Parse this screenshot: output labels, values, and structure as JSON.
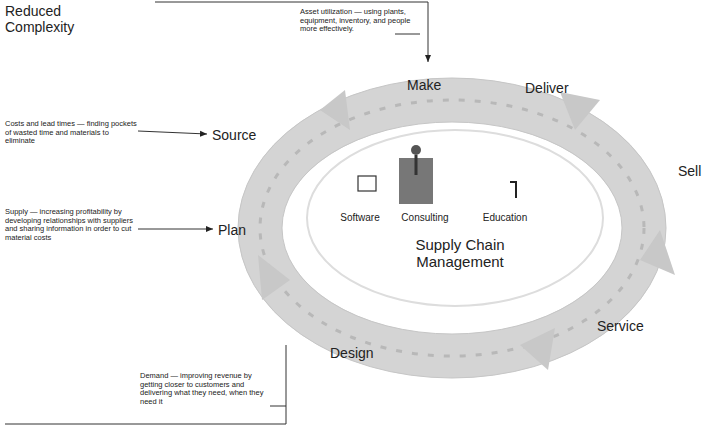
{
  "diagram": {
    "nodes": [
      {
        "text": [
          "Software",
          "Consulting",
          "Education",
          "Supply Chain Management"
        ]
      }
    ],
    "labels": [
      "Reduced Complexity",
      "Asset utilization — using plants, equipment, inventory, and people more effectively.",
      "Make",
      "Deliver",
      "Costs and lead times — finding pockets of wasted time and materials to eliminate",
      "Source",
      "Sell",
      "Supply — increasing profitability by developing relationships with suppliers and sharing information in order to cut material costs",
      "Plan",
      "Service",
      "Design",
      "Demand — improving revenue by getting closer to customers and delivering what they need, when they need it"
    ]
  }
}
